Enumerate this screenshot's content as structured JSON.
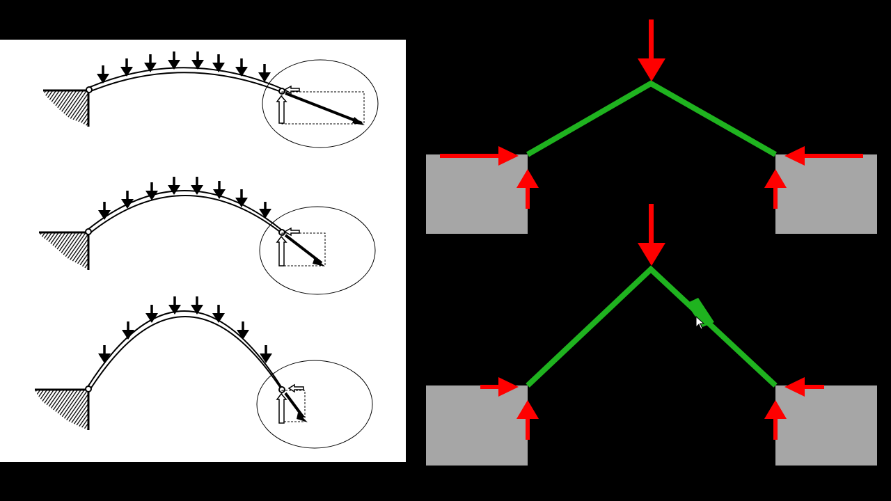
{
  "colors": {
    "background": "#000000",
    "panel": "#ffffff",
    "ink": "#000000",
    "arch_fill": "#ffffff",
    "force_arrow": "#ff0000",
    "member": "#1fb31f",
    "support_block": "#a6a6a6"
  },
  "left_panel": {
    "arches": [
      {
        "rise": "shallow",
        "load_arrows": 8,
        "support": "hatched-wall-left",
        "detail": "reaction-force-decomposition-circle"
      },
      {
        "rise": "medium",
        "load_arrows": 8,
        "support": "hatched-wall-left",
        "detail": "reaction-force-decomposition-circle"
      },
      {
        "rise": "tall",
        "load_arrows": 8,
        "support": "hatched-wall-left",
        "detail": "reaction-force-decomposition-circle"
      }
    ]
  },
  "right_panel": {
    "frames": [
      {
        "members": 2,
        "apex_load_arrow": "down",
        "support_reactions": [
          "horizontal-inward",
          "vertical-up"
        ],
        "notch": false
      },
      {
        "members": 2,
        "apex_load_arrow": "down",
        "support_reactions": [
          "horizontal-inward",
          "vertical-up"
        ],
        "notch": true
      }
    ],
    "cursor_icon": "mouse-pointer-icon"
  }
}
